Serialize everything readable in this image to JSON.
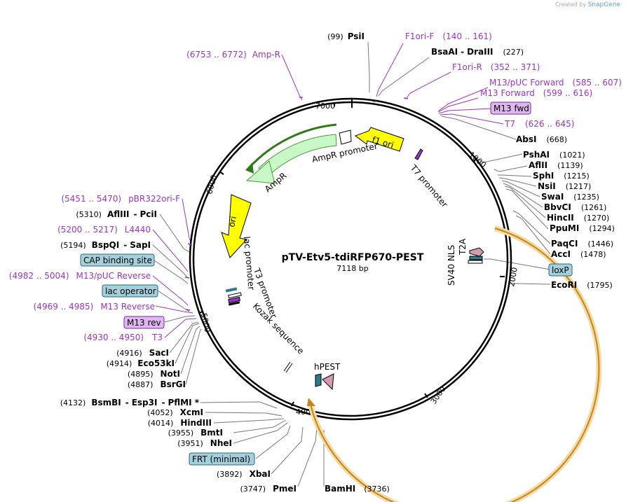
{
  "credit": {
    "prefix": "Created by",
    "brand": "SnapGene"
  },
  "plasmid": {
    "name": "pTV-Etv5-tdiRFP670-PEST",
    "size": "7118 bp"
  },
  "ticks": [
    "1000",
    "2000",
    "3000",
    "4000",
    "5000",
    "6000",
    "7000"
  ],
  "right_labels": [
    {
      "pos": "(99)",
      "name": "PsiI"
    },
    {
      "name": "F1ori-F",
      "range": "(140 .. 161)"
    },
    {
      "name": "BsaAI",
      "extra": "DraIII",
      "pos": "(227)"
    },
    {
      "name": "F1ori-R",
      "range": "(352 .. 371)"
    },
    {
      "name": "M13/pUC Forward",
      "range": "(585 .. 607)"
    },
    {
      "name": "M13 Forward",
      "range": "(599 .. 616)"
    },
    {
      "name": "M13 fwd",
      "boxed": "purple"
    },
    {
      "name": "T7",
      "range": "(626 .. 645)"
    },
    {
      "name": "AbsI",
      "pos": "(668)"
    },
    {
      "name": "PshAI",
      "pos": "(1021)"
    },
    {
      "name": "AflII",
      "pos": "(1139)"
    },
    {
      "name": "SphI",
      "pos": "(1215)"
    },
    {
      "name": "NsiI",
      "pos": "(1217)"
    },
    {
      "name": "SwaI",
      "pos": "(1235)"
    },
    {
      "name": "BbvCI",
      "pos": "(1261)"
    },
    {
      "name": "HincII",
      "pos": "(1270)"
    },
    {
      "name": "PpuMI",
      "pos": "(1294)"
    },
    {
      "name": "PaqCI",
      "pos": "(1446)"
    },
    {
      "name": "AccI",
      "pos": "(1478)"
    },
    {
      "name": "loxP",
      "boxed": "teal"
    },
    {
      "name": "EcoRI",
      "pos": "(1795)"
    }
  ],
  "left_labels": [
    {
      "range": "(6753 .. 6772)",
      "name": "Amp-R"
    },
    {
      "range": "(5451 .. 5470)",
      "name": "pBR322ori-F"
    },
    {
      "pos": "(5310)",
      "name": "AflIII",
      "extra": "PciI"
    },
    {
      "range": "(5200 .. 5217)",
      "name": "L4440"
    },
    {
      "pos": "(5194)",
      "name": "BspQI",
      "extra": "SapI"
    },
    {
      "name": "CAP binding site",
      "boxed": "teal"
    },
    {
      "range": "(4982 .. 5004)",
      "name": "M13/pUC Reverse"
    },
    {
      "name": "lac operator",
      "boxed": "teal"
    },
    {
      "range": "(4969 .. 4985)",
      "name": "M13 Reverse"
    },
    {
      "name": "M13 rev",
      "boxed": "purple"
    },
    {
      "range": "(4930 .. 4950)",
      "name": "T3"
    },
    {
      "pos": "(4916)",
      "name": "SacI"
    },
    {
      "pos": "(4914)",
      "name": "Eco53kI"
    },
    {
      "pos": "(4895)",
      "name": "NotI"
    },
    {
      "pos": "(4887)",
      "name": "BsrGI"
    },
    {
      "pos": "(4132)",
      "name": "BsmBI",
      "extra": "Esp3I",
      "extra2": "PflMI *"
    },
    {
      "pos": "(4052)",
      "name": "XcmI"
    },
    {
      "pos": "(4014)",
      "name": "HindIII"
    },
    {
      "pos": "(3955)",
      "name": "BmtI"
    },
    {
      "pos": "(3951)",
      "name": "NheI"
    },
    {
      "name": "FRT (minimal)",
      "boxed": "teal"
    },
    {
      "pos": "(3892)",
      "name": "XbaI"
    },
    {
      "pos": "(3747)",
      "name": "PmeI"
    },
    {
      "name": "BamHI",
      "pos": "(3736)"
    }
  ],
  "features": {
    "f1ori": "f1 ori",
    "ampr_promoter": "AmpR promoter",
    "ampr": "AmpR",
    "t7_promoter": "T7 promoter",
    "ori": "ori",
    "lac_promoter": "lac promoter",
    "t3_promoter": "T3 promoter",
    "kozak": "Kozak sequence",
    "hpest": "hPEST",
    "t2a": "T2A",
    "sv40nls": "SV40 NLS"
  },
  "colors": {
    "primer": "#9b34c8",
    "purple_box": "#e0b6f0",
    "teal_box": "#a4d0dc",
    "f1ori": "#ffff00",
    "ori": "#ffff00",
    "ampr": "#c8f8c8",
    "orf_highlight": "#e6b65a"
  }
}
